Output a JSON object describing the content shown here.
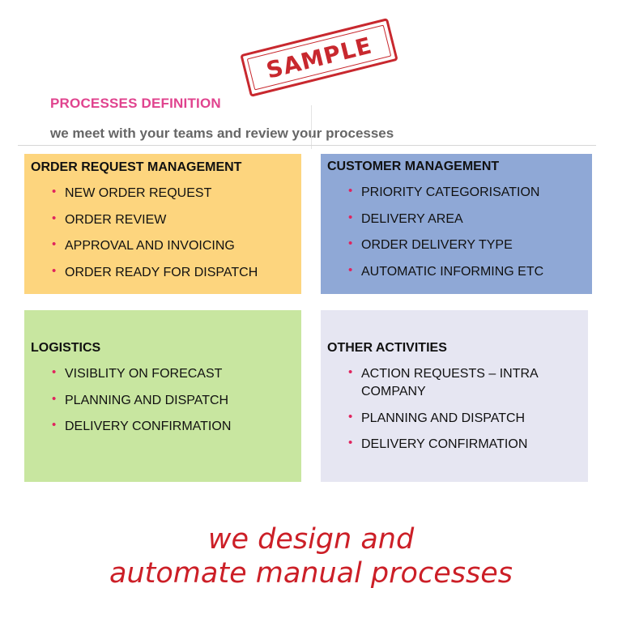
{
  "stamp": {
    "text": "SAMPLE",
    "color": "#c8282e"
  },
  "heading": {
    "title": "PROCESSES DEFINITION",
    "subtitle": "we meet with your teams and review your processes"
  },
  "boxes": {
    "order": {
      "title": "ORDER REQUEST MANAGEMENT",
      "color": "#fdd57e",
      "items": [
        "NEW ORDER REQUEST",
        "ORDER REVIEW",
        "APPROVAL AND INVOICING",
        "ORDER READY FOR DISPATCH"
      ]
    },
    "customer": {
      "title": "CUSTOMER MANAGEMENT",
      "color": "#8fa8d6",
      "items": [
        "PRIORITY CATEGORISATION",
        "DELIVERY AREA",
        "ORDER DELIVERY TYPE",
        "AUTOMATIC INFORMING ETC"
      ]
    },
    "logistics": {
      "title": "LOGISTICS",
      "color": "#c8e6a0",
      "items": [
        "VISIBLITY ON FORECAST",
        "PLANNING AND DISPATCH",
        "DELIVERY CONFIRMATION"
      ]
    },
    "other": {
      "title": "OTHER ACTIVITIES",
      "color": "#e6e6f2",
      "items": [
        "ACTION REQUESTS – INTRA COMPANY",
        "PLANNING AND DISPATCH",
        "DELIVERY CONFIRMATION"
      ]
    }
  },
  "tagline": {
    "line1": "we design and",
    "line2": "automate manual processes",
    "color": "#cc1f27"
  },
  "bullet_color": "#e0245e"
}
